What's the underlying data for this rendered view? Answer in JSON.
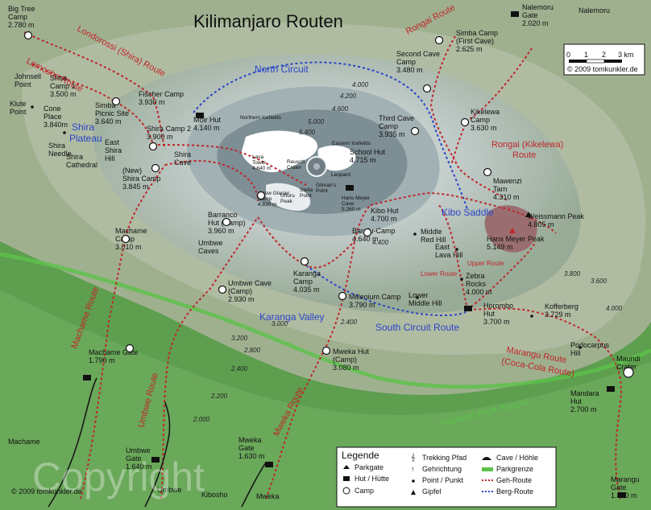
{
  "title": "Kilimanjaro Routen",
  "copyright": "© 2009 tomkunkler.de",
  "watermark": "Copyright",
  "scale": {
    "labels": [
      "0",
      "1",
      "2",
      "3 km"
    ],
    "credit": "© 2009 tomkunkler.de"
  },
  "colors": {
    "walk_route": "#c0262b",
    "mountain_route": "#2b45c8",
    "park_border": "#5dc24a",
    "forest": "#5d9e4f"
  },
  "legend": {
    "title": "Legende",
    "items": [
      {
        "icon": "parkgate-icon",
        "label": "Parkgate"
      },
      {
        "icon": "hut-icon",
        "label": "Hut / Hütte"
      },
      {
        "icon": "camp-icon",
        "label": "Camp"
      },
      {
        "icon": "trekking-icon",
        "label": "Trekking Pfad"
      },
      {
        "icon": "arrow-icon",
        "label": "Gehrichtung"
      },
      {
        "icon": "point-icon",
        "label": "Point / Punkt"
      },
      {
        "icon": "peak-icon",
        "label": "Gipfel"
      },
      {
        "icon": "cave-icon",
        "label": "Cave / Höhle"
      },
      {
        "icon": "park-border-icon",
        "label": "Parkgrenze"
      },
      {
        "icon": "walk-route-icon",
        "label": "Geh-Route"
      },
      {
        "icon": "mountain-route-icon",
        "label": "Berg-Route"
      }
    ]
  },
  "routes": [
    {
      "id": "londorossi",
      "label": "Londorossi (Shira) Route"
    },
    {
      "id": "lemosho",
      "label": "Lemosho Route"
    },
    {
      "id": "rongai",
      "label": "Rongai Route"
    },
    {
      "id": "rongai_kikelewa",
      "label": "Rongai (Kikelewa)"
    },
    {
      "id": "rongai_kikelewa2",
      "label": "Route"
    },
    {
      "id": "machame",
      "label": "Machame Route"
    },
    {
      "id": "umbwe",
      "label": "Umbwe Route"
    },
    {
      "id": "mweka",
      "label": "Mweka Route"
    },
    {
      "id": "marangu",
      "label": "Marangu Route"
    },
    {
      "id": "marangu2",
      "label": "(Coca-Cola Route)"
    },
    {
      "id": "north",
      "label": "North Circuit"
    },
    {
      "id": "south",
      "label": "South Circuit  Route"
    },
    {
      "id": "kibo_saddle",
      "label": "Kibo  Saddle"
    },
    {
      "id": "karanga_valley",
      "label": "Karanga Valley"
    },
    {
      "id": "shira_plateau1",
      "label": "Shira"
    },
    {
      "id": "shira_plateau2",
      "label": "Plateau"
    },
    {
      "id": "park_border",
      "label": "National Park Border"
    },
    {
      "id": "lower_route",
      "label": "Lower Route"
    },
    {
      "id": "upper_route",
      "label": "Upper Route"
    }
  ],
  "places": [
    {
      "lines": [
        "Big Tree",
        "Camp",
        "2.780 m"
      ]
    },
    {
      "lines": [
        "Nalemoru",
        "Gate",
        "2.020 m"
      ]
    },
    {
      "lines": [
        "Nalemoru"
      ]
    },
    {
      "lines": [
        "Johnsell",
        "Point"
      ]
    },
    {
      "lines": [
        "Klute",
        "Point"
      ]
    },
    {
      "lines": [
        "Shira",
        "Camp 1",
        "3.500 m"
      ]
    },
    {
      "lines": [
        "Cone",
        "Place",
        "3.840m"
      ]
    },
    {
      "lines": [
        "Shira",
        "Needle"
      ]
    },
    {
      "lines": [
        "East",
        "Shira",
        "Hill"
      ]
    },
    {
      "lines": [
        "Shira",
        "Cathedral"
      ]
    },
    {
      "lines": [
        "Fischer Camp",
        "3.930 m"
      ]
    },
    {
      "lines": [
        "Simba",
        "Picnic Site",
        "3.640 m"
      ]
    },
    {
      "lines": [
        "Moir Hut",
        "4.140 m"
      ]
    },
    {
      "lines": [
        "Shira Camp 2",
        "3.900 m"
      ]
    },
    {
      "lines": [
        "Shira",
        "Cave"
      ]
    },
    {
      "lines": [
        "(New)",
        "Shira Camp",
        "3.845 m"
      ]
    },
    {
      "lines": [
        "Second Cave",
        "Camp",
        "3.480 m"
      ]
    },
    {
      "lines": [
        "Simba Camp",
        "(First Cave)",
        "2.625 m"
      ]
    },
    {
      "lines": [
        "Kikelewa",
        "Camp",
        "3.630 m"
      ]
    },
    {
      "lines": [
        "Third Cave",
        "Camp",
        "3.935 m"
      ]
    },
    {
      "lines": [
        "School Hut",
        "4.715 m"
      ]
    },
    {
      "lines": [
        "Northern Icefields"
      ]
    },
    {
      "lines": [
        "Eastern Icefields"
      ]
    },
    {
      "lines": [
        "Reusch",
        "Crater"
      ]
    },
    {
      "lines": [
        "Lava",
        "Tower",
        "4.640 m"
      ]
    },
    {
      "lines": [
        "Arrow Glacier",
        "Camp",
        "4.830 m"
      ]
    },
    {
      "lines": [
        "Leopard"
      ]
    },
    {
      "lines": [
        "Hans Meyer",
        "Cave",
        "5.260 m"
      ]
    },
    {
      "lines": [
        "Kibo Hut",
        "4.700 m"
      ]
    },
    {
      "lines": [
        "Mawenzi",
        "Tarn",
        "4.310 m"
      ]
    },
    {
      "lines": [
        "Weissmann Peak",
        "4.805 m"
      ]
    },
    {
      "lines": [
        "Hans Meyer Peak",
        "5.149 m"
      ]
    },
    {
      "lines": [
        "Barranco",
        "Hut (Camp)",
        "3.960 m"
      ]
    },
    {
      "lines": [
        "Barafu-Camp",
        "4.640 m"
      ]
    },
    {
      "lines": [
        "Middle",
        "Red Hill"
      ]
    },
    {
      "lines": [
        "East",
        "Lava Hill"
      ]
    },
    {
      "lines": [
        "Machame",
        "Camp",
        "3.010 m"
      ]
    },
    {
      "lines": [
        "Umbwe",
        "Caves"
      ]
    },
    {
      "lines": [
        "Karanga",
        "Camp",
        "4.035 m"
      ]
    },
    {
      "lines": [
        "Zebra",
        "Rocks",
        "4.000 m"
      ]
    },
    {
      "lines": [
        "Umbwe Cave",
        "(Camp)",
        "2.930 m"
      ]
    },
    {
      "lines": [
        "Millenium Camp",
        "3.790 m"
      ]
    },
    {
      "lines": [
        "Lower",
        "Middle Hill"
      ]
    },
    {
      "lines": [
        "Horombo",
        "Hut",
        "3.700 m"
      ]
    },
    {
      "lines": [
        "Kofferberg",
        "3.729 m"
      ]
    },
    {
      "lines": [
        "Podocarpus",
        "Hill"
      ]
    },
    {
      "lines": [
        "Maundi",
        "Crater"
      ]
    },
    {
      "lines": [
        "Mweka Hut",
        "(Camp)",
        "3.080 m"
      ]
    },
    {
      "lines": [
        "Machame Gate",
        "1.790 m"
      ]
    },
    {
      "lines": [
        "Mandara",
        "Hut",
        "2.700 m"
      ]
    },
    {
      "lines": [
        "Machame"
      ]
    },
    {
      "lines": [
        "Umbwe",
        "Gate",
        "1.640 m"
      ]
    },
    {
      "lines": [
        "Mweka",
        "Gate",
        "1.630 m"
      ]
    },
    {
      "lines": [
        "Umbwe"
      ]
    },
    {
      "lines": [
        "Kibosho"
      ]
    },
    {
      "lines": [
        "Mweka"
      ]
    },
    {
      "lines": [
        "Marangu",
        "Gate",
        "1.860 m"
      ]
    },
    {
      "lines": [
        "Uhuru",
        "Peak"
      ]
    },
    {
      "lines": [
        "Gilman's",
        "Point"
      ]
    },
    {
      "lines": [
        "Stella",
        "Point"
      ]
    }
  ],
  "elevations": [
    "4.000",
    "4.200",
    "4.600",
    "5.000",
    "5.400",
    "4.400",
    "3.800",
    "3.600",
    "4.000",
    "3.200",
    "2.800",
    "2.400",
    "2.200",
    "2.000",
    "3.000",
    "2.400"
  ]
}
